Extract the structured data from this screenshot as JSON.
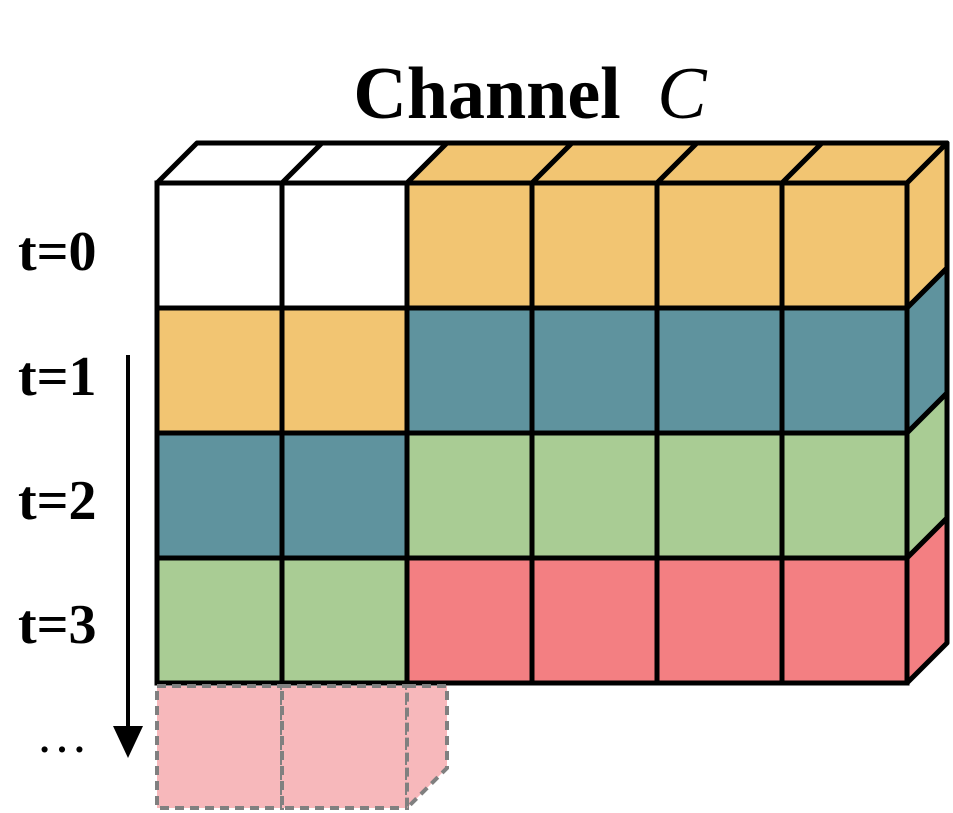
{
  "title": {
    "prefix": "Channel",
    "variable": "C"
  },
  "time_labels": [
    "t=0",
    "t=1",
    "t=2",
    "t=3"
  ],
  "ellipsis": "…",
  "colors": {
    "empty": "#ffffff",
    "orange": "#f2c572",
    "teal": "#5f939e",
    "green": "#a9cc94",
    "red": "#f37f82",
    "pink_pending": "#f7b8bb",
    "outline": "#000000",
    "dashed": "#808080"
  },
  "grid": {
    "rows": [
      [
        "empty",
        "empty",
        "orange",
        "orange",
        "orange",
        "orange"
      ],
      [
        "orange",
        "orange",
        "teal",
        "teal",
        "teal",
        "teal"
      ],
      [
        "teal",
        "teal",
        "green",
        "green",
        "green",
        "green"
      ],
      [
        "green",
        "green",
        "red",
        "red",
        "red",
        "red"
      ]
    ],
    "top_face": [
      "empty",
      "empty",
      "orange",
      "orange",
      "orange",
      "orange"
    ],
    "side_face": [
      "orange",
      "teal",
      "green",
      "red"
    ],
    "pending_row": [
      "pink_pending",
      "pink_pending"
    ]
  },
  "arrow_icon": "down-arrow-icon"
}
